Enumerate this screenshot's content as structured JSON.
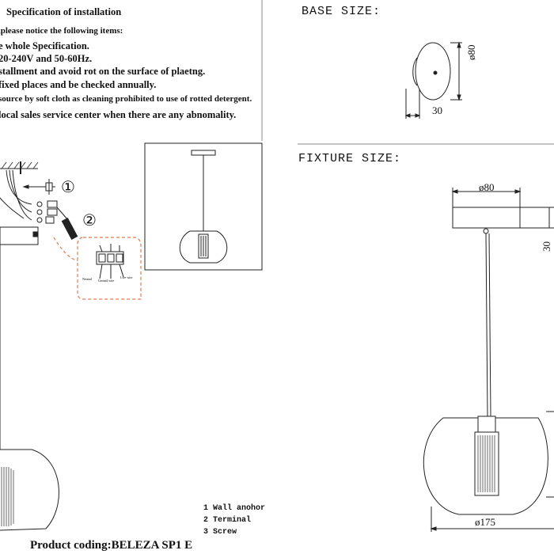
{
  "spec": {
    "title": "Specification of installation",
    "lines": [
      ",please notice the following items:",
      "e whole Specification.",
      "20-240V and 50-60Hz.",
      "stallment and avoid rot on the surface of plaetng.",
      " fixed places and be checked annually.",
      "source by soft cloth as cleaning prohibited to use of rotted detergent.",
      "local sales service center when there are any abnomality."
    ]
  },
  "base": {
    "title": "BASE SIZE:",
    "diameter": "ø80",
    "height": "30"
  },
  "fixture": {
    "title": "FIXTURE SIZE:",
    "top_diameter": "ø80",
    "top_height": "30",
    "shade_diameter": "ø175"
  },
  "steps": {
    "step1": "①",
    "step2": "②"
  },
  "wiring": {
    "neutral": "Neutral",
    "ground": "Ground wire",
    "live": "Live wire"
  },
  "legend": [
    "1 Wall anohor",
    "2 Terminal",
    "3 Screw"
  ],
  "product": "Product coding:BELEZA SP1 E"
}
